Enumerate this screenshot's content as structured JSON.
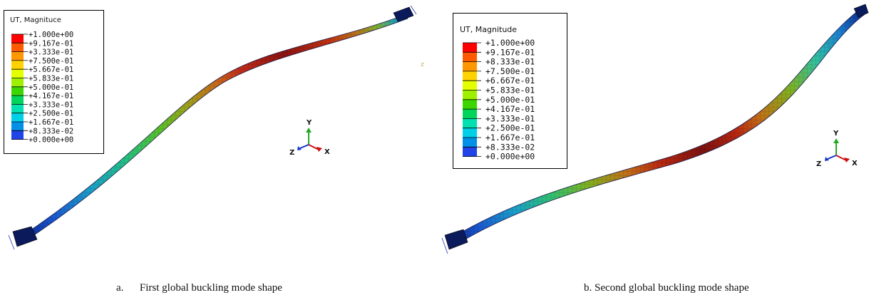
{
  "panels": [
    {
      "legend": {
        "title": "UT, Magnituce",
        "labels": [
          "+1.000e+00",
          "+9.167e-01",
          "+3.333e-01",
          "+7.500e-01",
          "+5.667e-01",
          "+5.833e-01",
          "+5.000e-01",
          "+4.167e-01",
          "+3.333e-01",
          "+2.500e-01",
          "+1.667e-01",
          "+8.333e-02",
          "+0.000e+00"
        ]
      },
      "triad": {
        "y": "Y",
        "x": "X",
        "z": "Z"
      },
      "caption": "a.      First global buckling mode shape",
      "stray_label": "z"
    },
    {
      "legend": {
        "title": "UT, Magnitude",
        "labels": [
          "+1.000e+00",
          "+9.167e-01",
          "+8.333e-01",
          "+7.500e-01",
          "+6.667e-01",
          "+5.833e-01",
          "+5.000e-01",
          "+4.167e-01",
          "+3.333e-01",
          "+2.500e-01",
          "+1.667e-01",
          "+8.333e-02",
          "+0.000e+00"
        ]
      },
      "triad": {
        "y": "Y",
        "x": "X",
        "z": "Z"
      },
      "caption": "b. Second global buckling mode shape"
    }
  ],
  "contour_colors": [
    "#ff0000",
    "#ff5a00",
    "#ff9800",
    "#ffd200",
    "#e4ff00",
    "#9ef000",
    "#3dd500",
    "#00d45a",
    "#00e0b0",
    "#00cfe8",
    "#0090e8",
    "#2044e8",
    "#0000cc"
  ],
  "triad_colors": {
    "y": "#22aa22",
    "x": "#cc1111",
    "z": "#1133cc"
  }
}
